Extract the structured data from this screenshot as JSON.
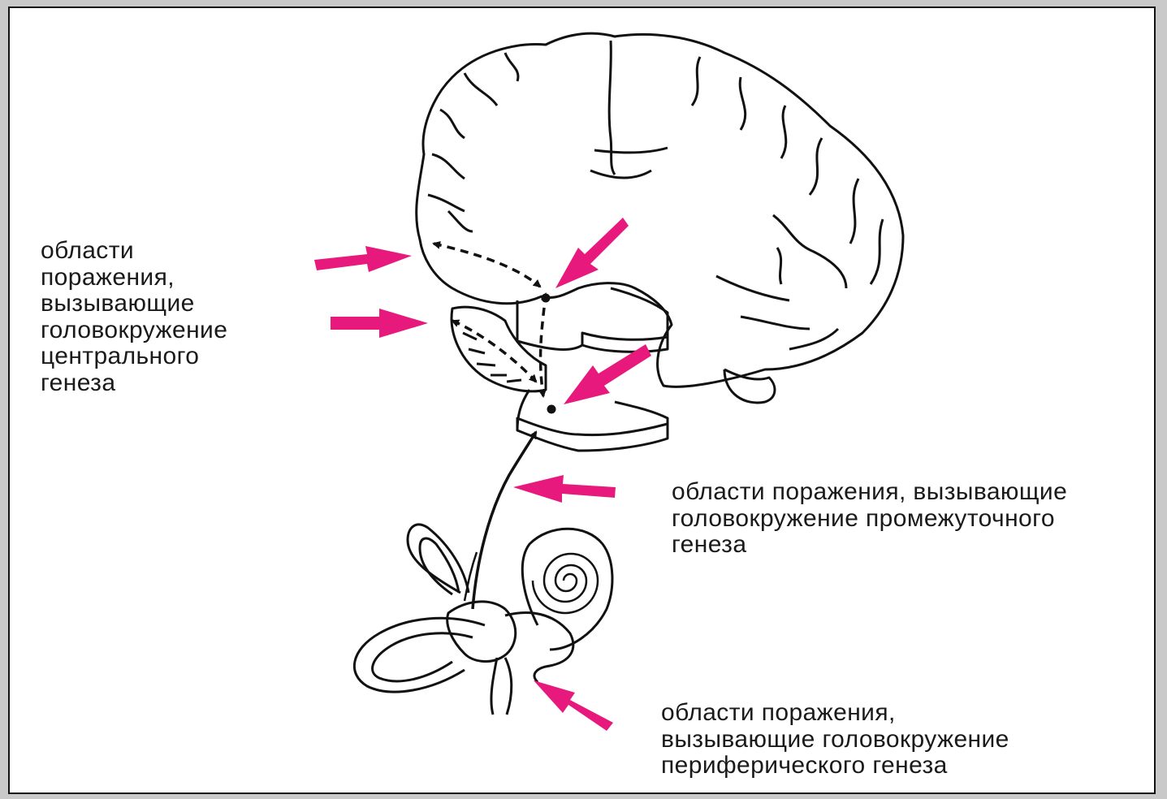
{
  "labels": {
    "central": "области\nпоражения,\nвызывающие\nголовокружение\nцентрального\nгенеза",
    "intermediate": "области поражения, вызывающие\nголовокружение промежуточного\nгенеза",
    "peripheral": "области поражения,\nвызывающие головокружение\nпериферического генеза"
  },
  "colors": {
    "arrow": "#e8197d",
    "line": "#111111",
    "background": "#ffffff",
    "border": "#c9c9c9"
  }
}
